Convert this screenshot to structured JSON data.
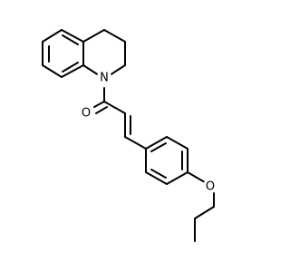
{
  "molecule": {
    "atoms": [
      {
        "id": "N1",
        "element": "N",
        "label": "N",
        "color": "#000000"
      },
      {
        "id": "O1",
        "element": "O",
        "label": "O",
        "color": "#000000"
      },
      {
        "id": "O2",
        "element": "O",
        "label": "O",
        "color": "#000000"
      }
    ],
    "colors": {
      "bond": "#000000",
      "background": "#ffffff"
    }
  }
}
